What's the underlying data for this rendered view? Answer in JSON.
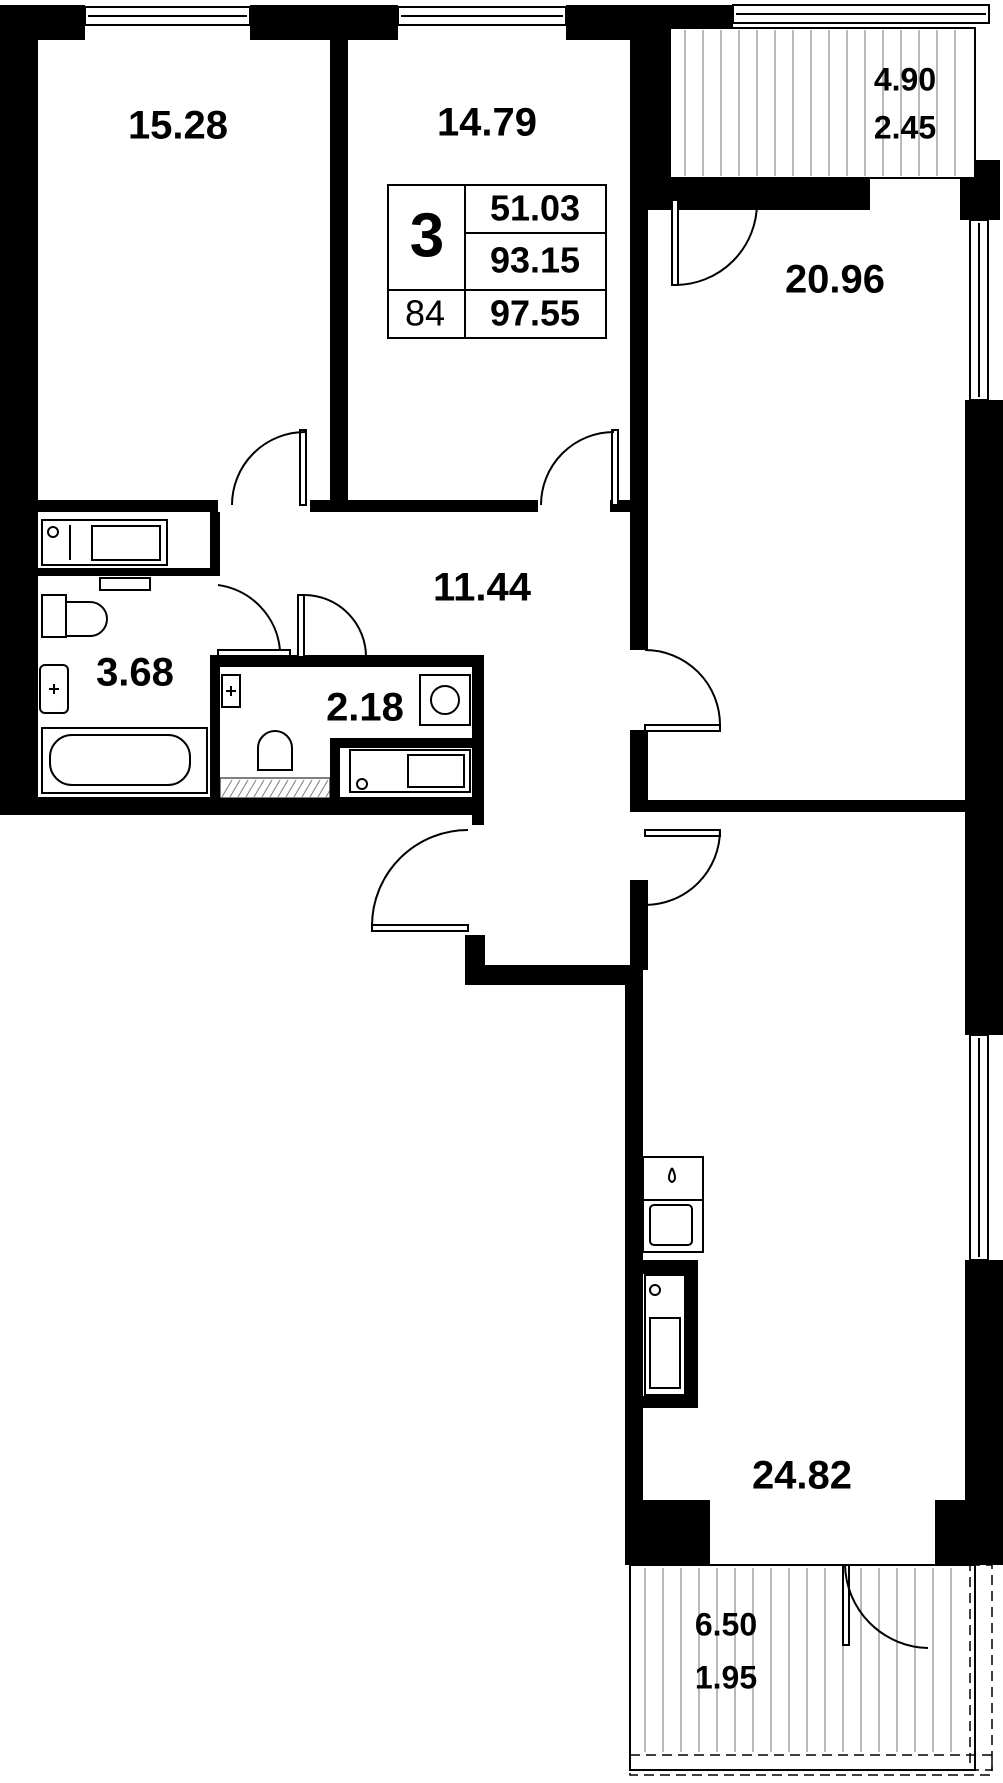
{
  "summary": {
    "rooms": "3",
    "living_area": "51.03",
    "total_area": "93.15",
    "apartment_number": "84",
    "area_with_balconies": "97.55"
  },
  "rooms": {
    "bedroom_1": "15.28",
    "bedroom_2": "14.79",
    "bedroom_3": "20.96",
    "hallway": "11.44",
    "bathroom": "3.68",
    "toilet": "2.18",
    "kitchen_living": "24.82"
  },
  "balconies": {
    "top": {
      "area": "4.90",
      "reduced_area": "2.45"
    },
    "bottom": {
      "area": "6.50",
      "reduced_area": "1.95"
    }
  },
  "icons": [
    "sink-icon",
    "toilet-icon",
    "bathtub-icon",
    "washing-machine-icon",
    "stove-icon",
    "kitchen-sink-icon",
    "water-heater-icon",
    "door-swing-icon",
    "window-icon"
  ],
  "colors": {
    "wall": "#000000",
    "background": "#ffffff"
  }
}
